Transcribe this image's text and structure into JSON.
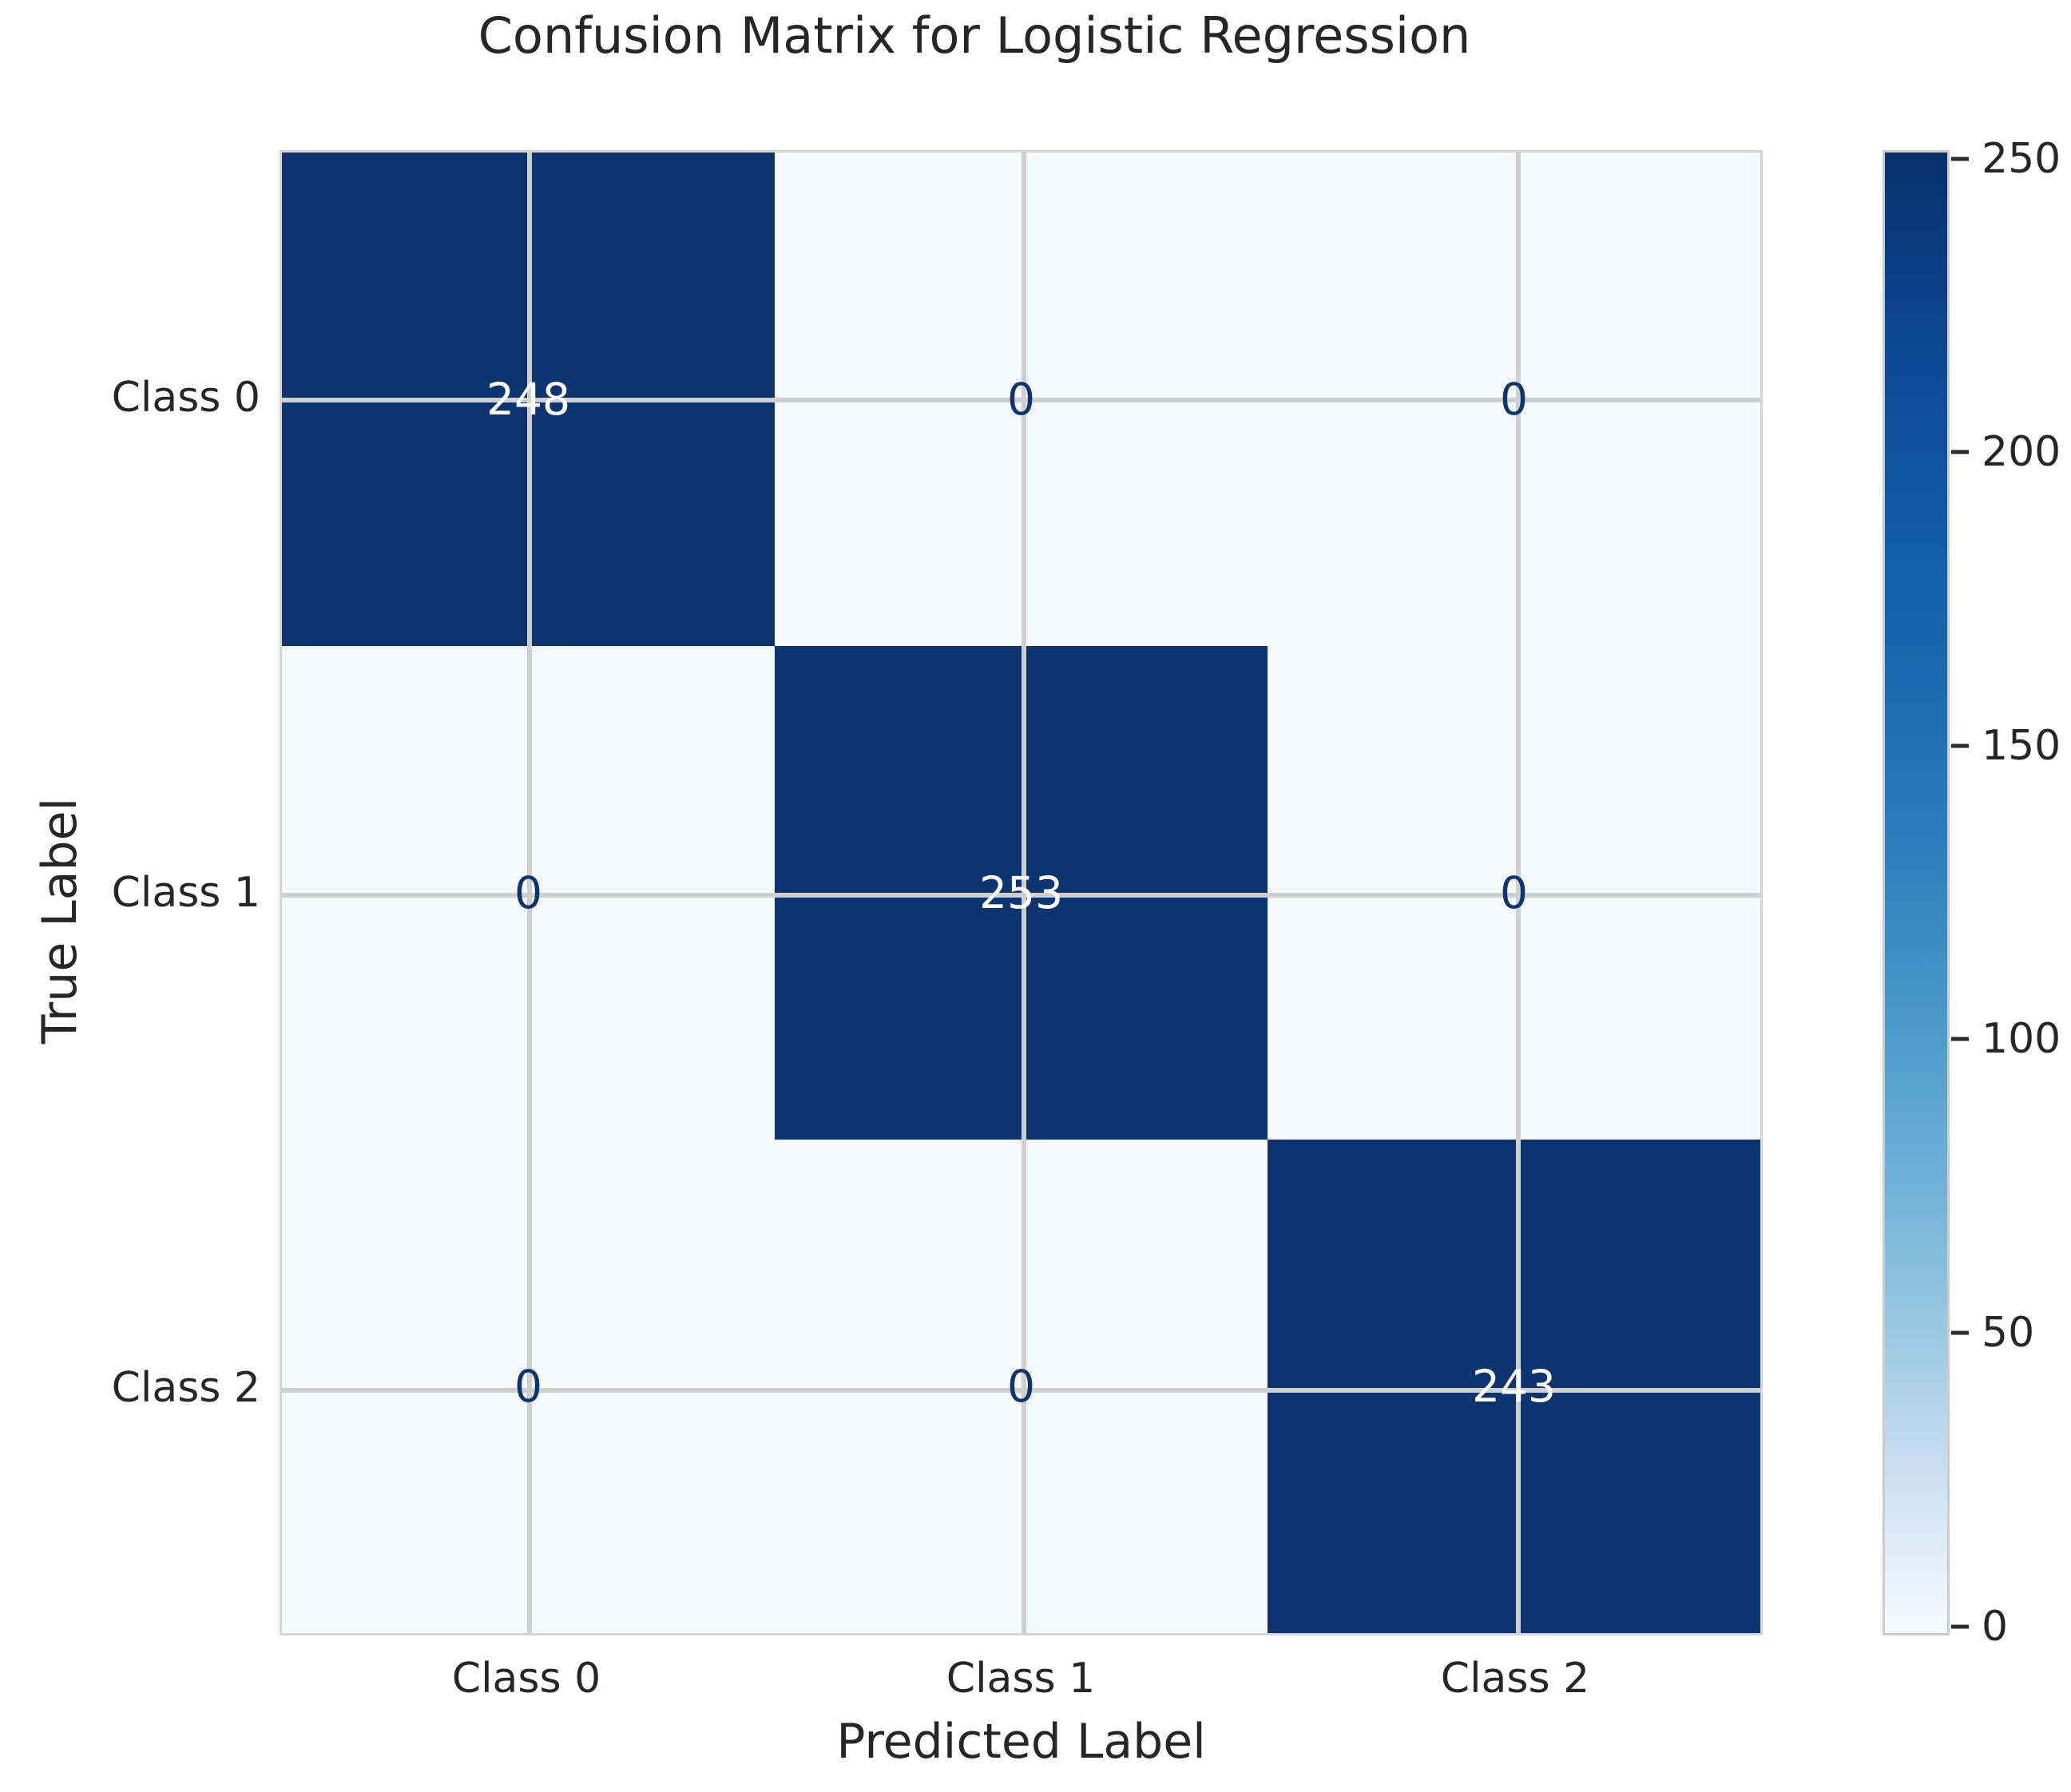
{
  "chart_data": {
    "type": "heatmap",
    "title": "Confusion Matrix for Logistic Regression",
    "xlabel": "Predicted Label",
    "ylabel": "True Label",
    "x_categories": [
      "Class 0",
      "Class 1",
      "Class 2"
    ],
    "y_categories": [
      "Class 0",
      "Class 1",
      "Class 2"
    ],
    "matrix": [
      [
        248,
        0,
        0
      ],
      [
        0,
        253,
        0
      ],
      [
        0,
        0,
        243
      ]
    ],
    "annotations": [
      {
        "row": 0,
        "col": 0,
        "value": "248",
        "text_color": "#ffffff"
      },
      {
        "row": 0,
        "col": 1,
        "value": "0",
        "text_color": "#0c3470"
      },
      {
        "row": 0,
        "col": 2,
        "value": "0",
        "text_color": "#0c3470"
      },
      {
        "row": 1,
        "col": 0,
        "value": "0",
        "text_color": "#0c3470"
      },
      {
        "row": 1,
        "col": 1,
        "value": "253",
        "text_color": "#ffffff"
      },
      {
        "row": 1,
        "col": 2,
        "value": "0",
        "text_color": "#0c3470"
      },
      {
        "row": 2,
        "col": 0,
        "value": "0",
        "text_color": "#0c3470"
      },
      {
        "row": 2,
        "col": 1,
        "value": "0",
        "text_color": "#0c3470"
      },
      {
        "row": 2,
        "col": 2,
        "value": "243",
        "text_color": "#ffffff"
      }
    ],
    "cell_colors": [
      [
        "#0c3470",
        "#f5f8fd",
        "#f5f8fd"
      ],
      [
        "#f5f8fd",
        "#0c3470",
        "#f5f8fd"
      ],
      [
        "#f5f8fd",
        "#f5f8fd",
        "#0c3470"
      ]
    ],
    "colorbar": {
      "ticks": [
        250,
        200,
        150,
        100,
        50,
        0
      ],
      "tick_labels": [
        "250",
        "200",
        "150",
        "100",
        "50",
        "0"
      ],
      "vmin": 0,
      "vmax": 253,
      "colormap": "Blues",
      "position": "right"
    },
    "grid": true,
    "grid_color": "#cfcfcf",
    "background_color": "#ffffff"
  }
}
